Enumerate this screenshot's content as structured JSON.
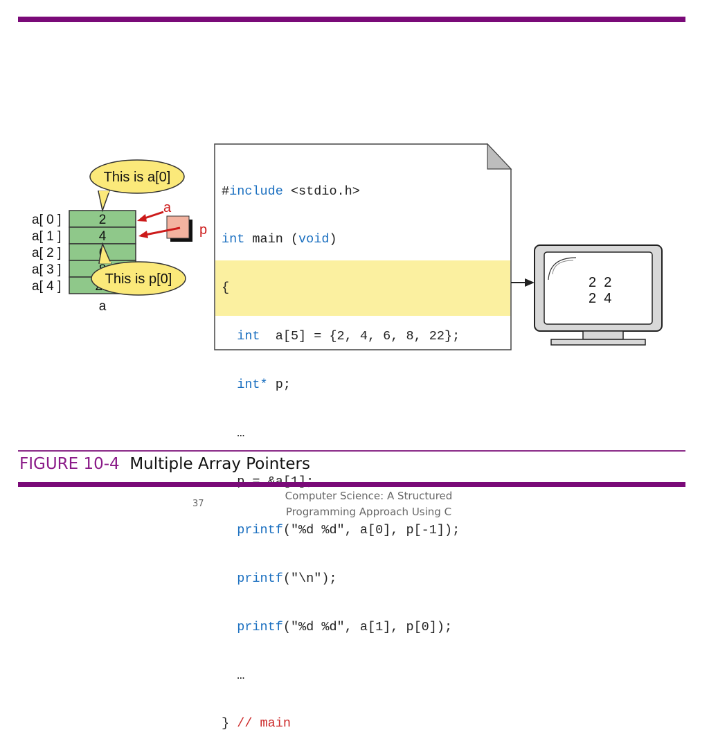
{
  "array": {
    "index_labels": [
      "a[ 0 ]",
      "a[ 1 ]",
      "a[ 2 ]",
      "a[ 3 ]",
      "a[ 4 ]"
    ],
    "cells": [
      "2",
      "4",
      "6",
      "8",
      "22"
    ],
    "name": "a",
    "cell_color": "#8fc88a"
  },
  "bubbles": {
    "top": "This is a[0]",
    "bottom": "This is p[0]",
    "color": "#fbe97a"
  },
  "pointers": {
    "a_label": "a",
    "p_label": "p",
    "box_color": "#f3b3a0",
    "arrow_color": "#cc1a1a"
  },
  "code": {
    "line1_hash": "#",
    "line1_kw": "include",
    "line1_rest": " <stdio.h>",
    "line2_kw": "int",
    "line2_mid": " main (",
    "line2_kw2": "void",
    "line2_end": ")",
    "line3": "{",
    "line4_kw": "int",
    "line4_rest": "  a[5] = {2, 4, 6, 8, 22};",
    "line5_kw": "int*",
    "line5_rest": " p;",
    "line6": "…",
    "line7": "p = &a[1];",
    "line8_kw": "printf",
    "line8_rest": "(\"%d %d\", a[0], p[-1]);",
    "line9_kw": "printf",
    "line9_rest": "(\"\\n\");",
    "line10_kw": "printf",
    "line10_rest": "(\"%d %d\", a[1], p[0]);",
    "line11": "…",
    "line12_brace": "}",
    "line12_comment": " // main",
    "highlight_color": "#fbf0a0"
  },
  "monitor": {
    "output_line1": "2  2",
    "output_line2": "2  4"
  },
  "caption": {
    "label": "FIGURE 10-4",
    "title": "Multiple Array Pointers"
  },
  "footer": {
    "page_number": "37",
    "line1": "Computer Science: A Structured",
    "line2": "Programming Approach Using C"
  },
  "colors": {
    "accent": "#7a0a78"
  }
}
